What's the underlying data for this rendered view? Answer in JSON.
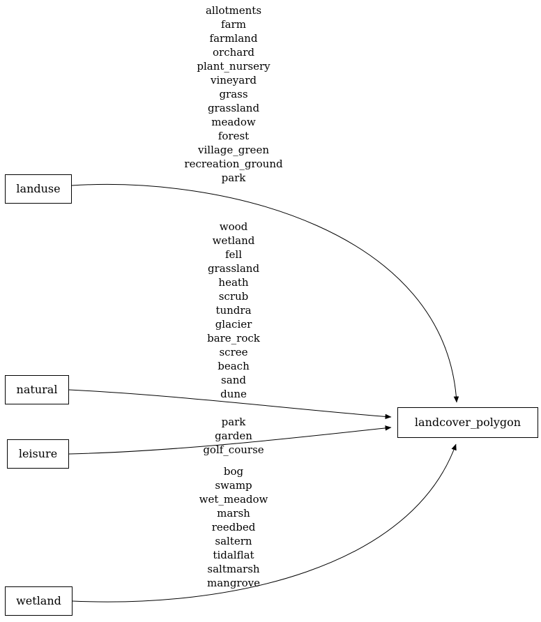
{
  "colors": {
    "edge": "#000000",
    "node_border": "#000000",
    "background": "#ffffff"
  },
  "diagram": {
    "target_node": {
      "label": "landcover_polygon"
    },
    "source_nodes": [
      {
        "id": "landuse",
        "label": "landuse"
      },
      {
        "id": "natural",
        "label": "natural"
      },
      {
        "id": "leisure",
        "label": "leisure"
      },
      {
        "id": "wetland",
        "label": "wetland"
      }
    ],
    "edges": [
      {
        "from": "landuse",
        "to": "landcover_polygon",
        "values": [
          "allotments",
          "farm",
          "farmland",
          "orchard",
          "plant_nursery",
          "vineyard",
          "grass",
          "grassland",
          "meadow",
          "forest",
          "village_green",
          "recreation_ground",
          "park"
        ]
      },
      {
        "from": "natural",
        "to": "landcover_polygon",
        "values": [
          "wood",
          "wetland",
          "fell",
          "grassland",
          "heath",
          "scrub",
          "tundra",
          "glacier",
          "bare_rock",
          "scree",
          "beach",
          "sand",
          "dune"
        ]
      },
      {
        "from": "leisure",
        "to": "landcover_polygon",
        "values": [
          "park",
          "garden",
          "golf_course"
        ]
      },
      {
        "from": "wetland",
        "to": "landcover_polygon",
        "values": [
          "bog",
          "swamp",
          "wet_meadow",
          "marsh",
          "reedbed",
          "saltern",
          "tidalflat",
          "saltmarsh",
          "mangrove"
        ]
      }
    ]
  }
}
